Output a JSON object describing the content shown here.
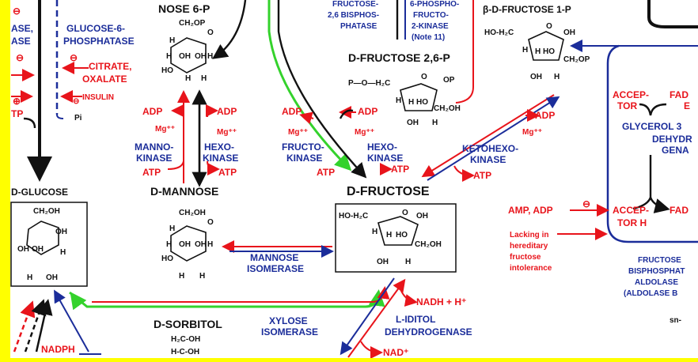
{
  "labels": {
    "nose6p": "NOSE 6-P",
    "glucose6phosphatase_1": "GLUCOSE-6-",
    "glucose6phosphatase_2": "PHOSPHATASE",
    "citrate": "CITRATE,",
    "oxalate": "OXALATE",
    "insulin": "INSULIN",
    "pi": "Pi",
    "ase1": "ASE,",
    "ase2": "ASE",
    "dglucose": "D-GLUCOSE",
    "dmannose": "D-MANNOSE",
    "dfructose": "D-FRUCTOSE",
    "dsorbitol": "D-SORBITOL",
    "fructose26_1": "FRUCTOSE-",
    "fructose26_2": "2,6 BISPHOS-",
    "fructose26_3": "PHATASE",
    "phosphofructo_1": "6-PHOSPHO-",
    "phosphofructo_2": "FRUCTO-",
    "phosphofructo_3": "2-KINASE",
    "phosphofructo_4": "(Note 11)",
    "dfructose26p2": "D-FRUCTOSE 2,6-P",
    "bdfructose1p": "β-D-FRUCTOSE 1-P",
    "adp": "ADP",
    "atp": "ATP",
    "mg": "Mg⁺⁺",
    "mannokinase_1": "MANNO-",
    "mannokinase_2": "KINASE",
    "hexokinase_1": "HEXO-",
    "hexokinase_2": "KINASE",
    "fructokinase_1": "FRUCTO-",
    "fructokinase_2": "KINASE",
    "ketohexokinase_1": "KETOHEXO-",
    "ketohexokinase_2": "KINASE",
    "mannose_isomerase_1": "MANNOSE",
    "mannose_isomerase_2": "ISOMERASE",
    "xylose_isomerase_1": "XYLOSE",
    "xylose_isomerase_2": "ISOMERASE",
    "liditol_1": "L-IDITOL",
    "liditol_2": "DEHYDROGENASE",
    "nadh": "NADH + H⁺",
    "nad": "NAD⁺",
    "nadph": "NADPH",
    "acceptor1": "ACCEP-",
    "acceptor2": "TOR",
    "fad_trunc": "FAD",
    "e_trunc": "E",
    "glycerol_1": "GLYCEROL 3",
    "glycerol_2": "DEHYDR",
    "glycerol_3": "GENA",
    "acceptorh2_1": "ACCEP-",
    "acceptorh2_2": "TOR H",
    "fad2": "FAD",
    "amp_adp": "AMP, ADP",
    "lacking_1": "Lacking in",
    "lacking_2": "hereditary",
    "lacking_3": "fructose",
    "lacking_4": "intolerance",
    "fba_1": "FRUCTOSE",
    "fba_2": "BISPHOSPHAT",
    "fba_3": "ALDOLASE",
    "fba_4": "(ALDOLASE B",
    "sn": "sn-",
    "ch2op": "CH₂OP",
    "ch2oh": "CH₂OH",
    "hoh2c": "HO-H₂C",
    "ph2c": "P—O—H₂C",
    "h2coh": "H₂C-OH",
    "hcoh": "H-C-OH",
    "minus": "⊖",
    "plus": "⊕"
  },
  "colors": {
    "background": "#ffff00",
    "panel": "#ffffff",
    "red": "#e8141b",
    "blue": "#1b2d9a",
    "green": "#34d22c",
    "black": "#111111"
  }
}
